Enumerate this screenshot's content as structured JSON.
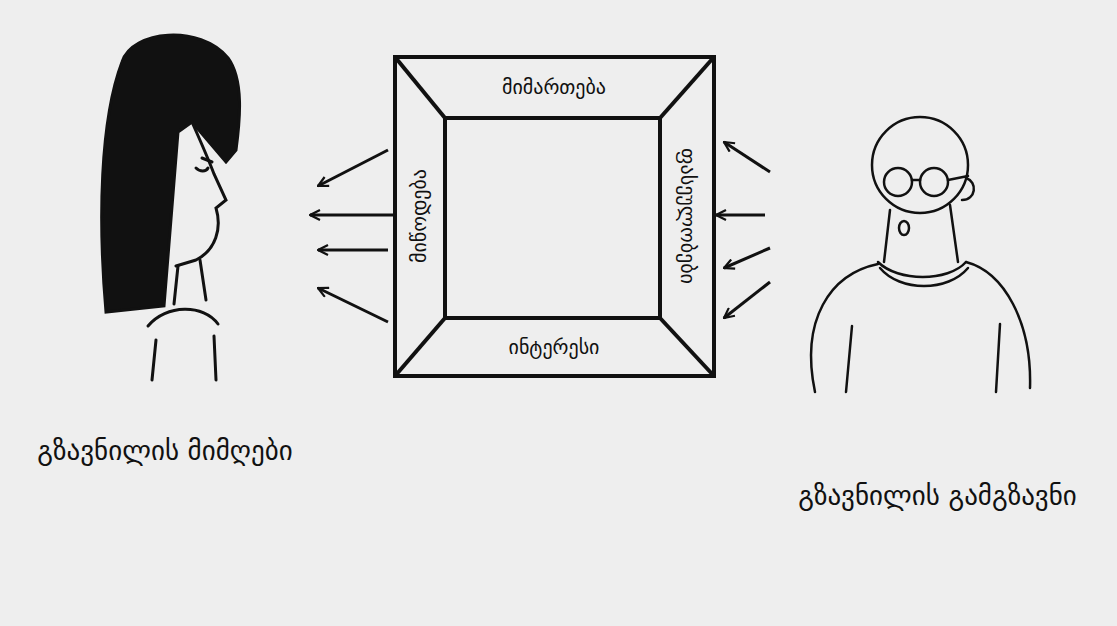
{
  "diagram": {
    "nodes": [
      {
        "text": [
          "გზავნილის მიმღები"
        ]
      },
      {
        "text": [
          "მიმართება",
          "ფასეულობები",
          "ინტერესი",
          "მიწოდება"
        ]
      },
      {
        "text": [
          "გზავნილის გამგზავნი"
        ]
      }
    ],
    "edges": [
      {
        "from": 2,
        "to": 1,
        "arrow": "to"
      },
      {
        "from": 1,
        "to": 0,
        "arrow": "to"
      }
    ]
  }
}
